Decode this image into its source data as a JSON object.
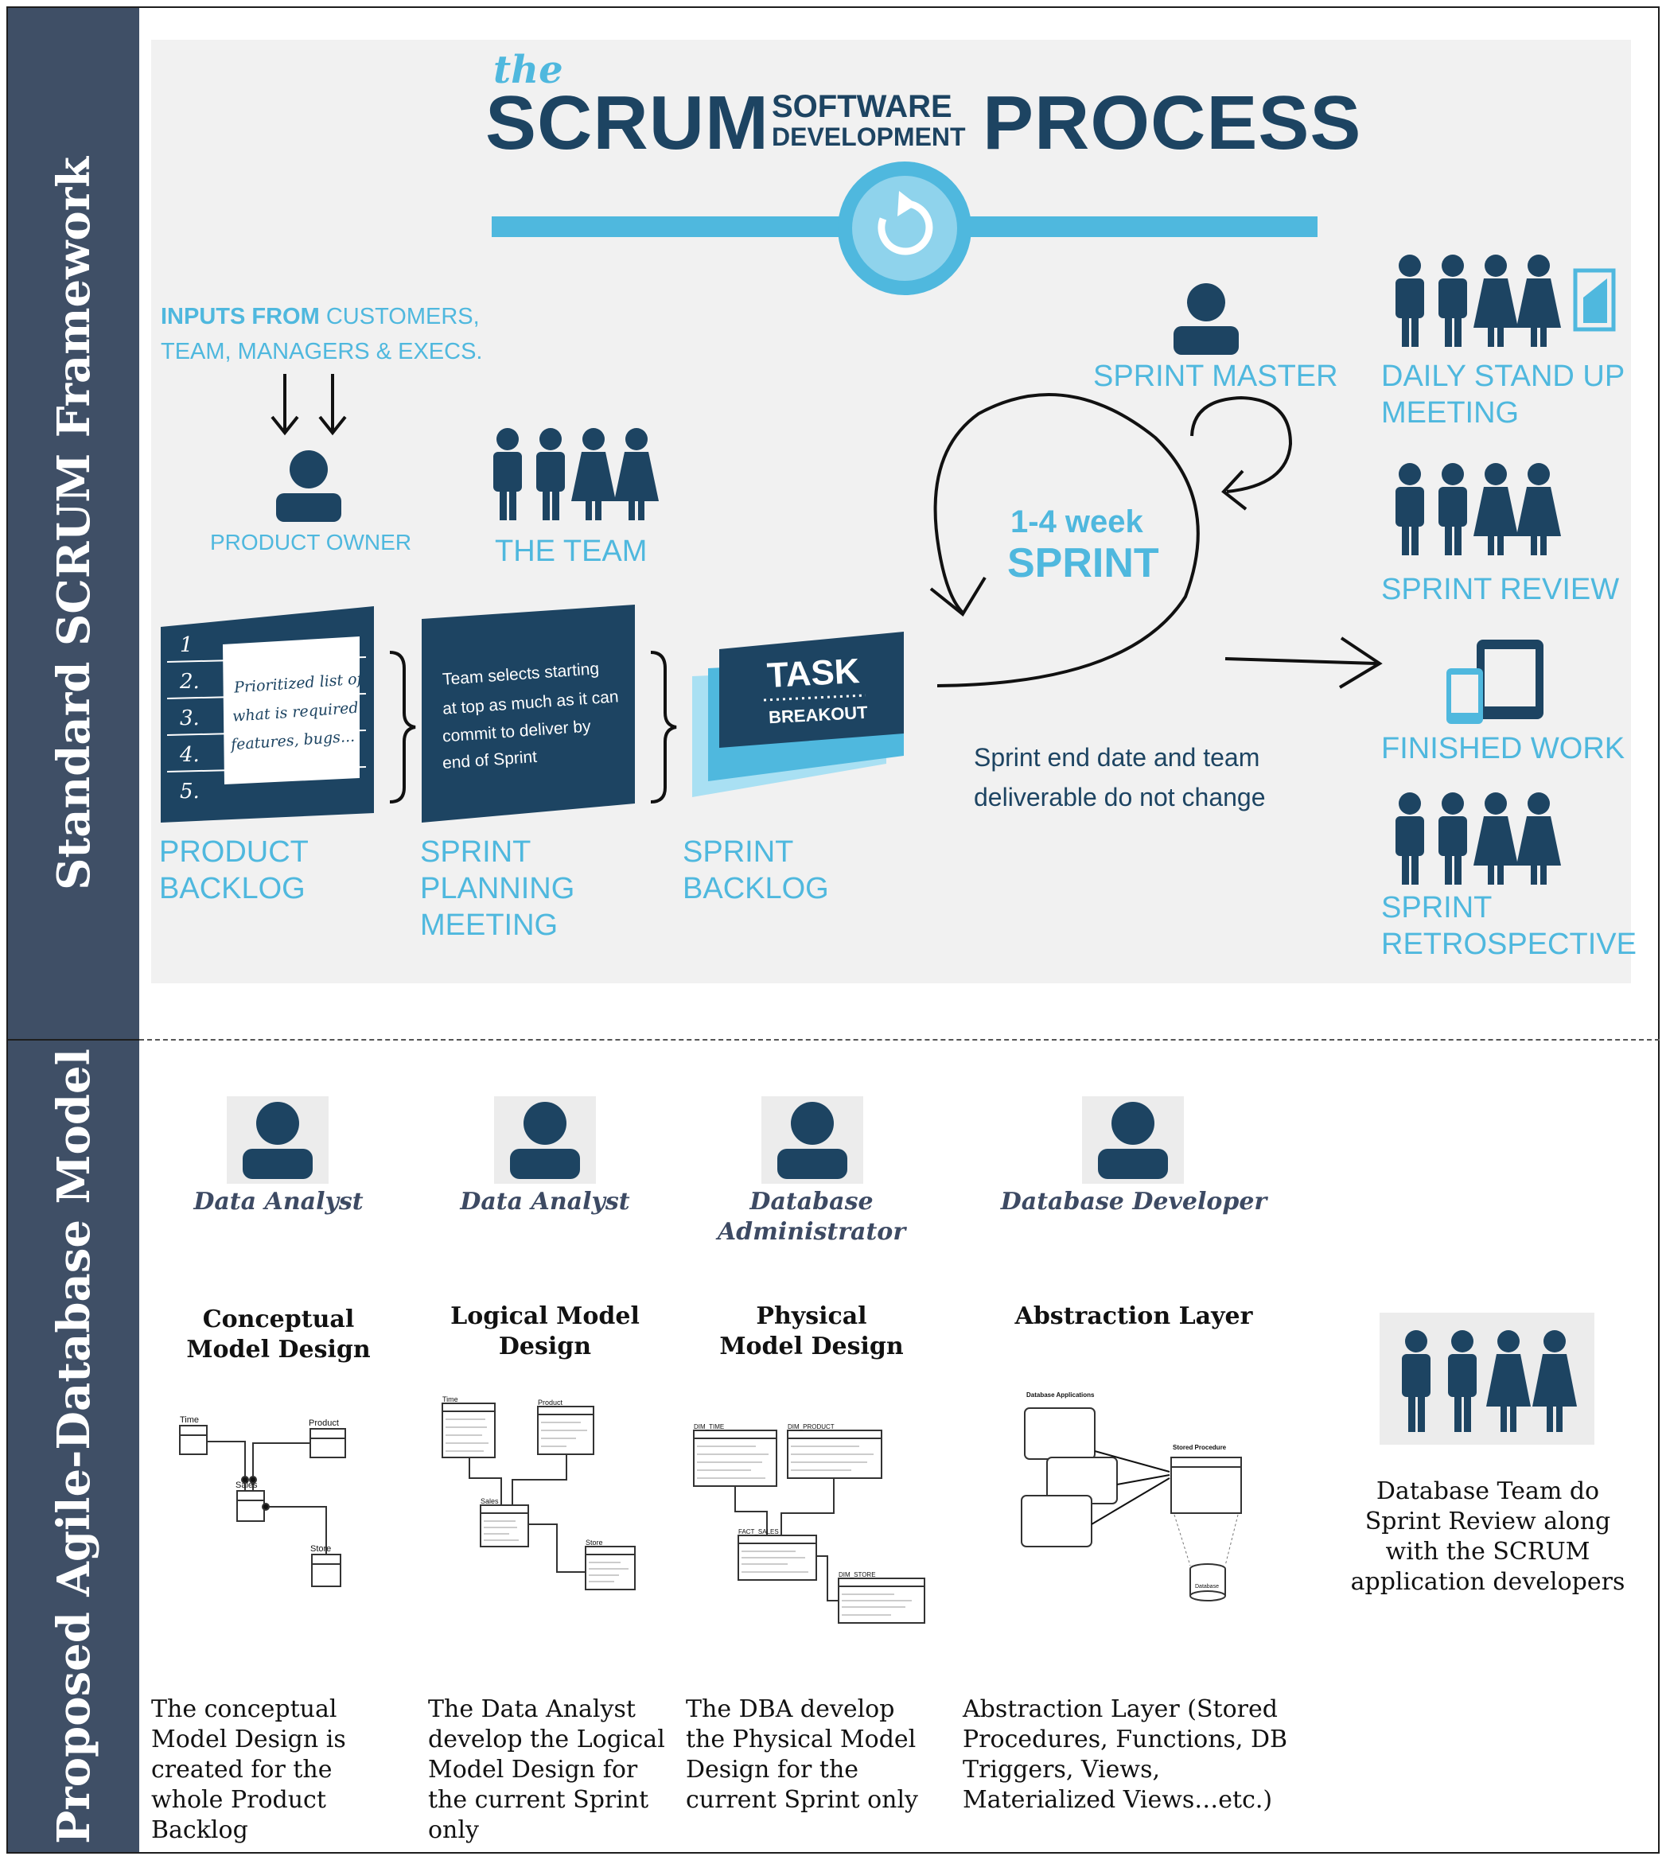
{
  "sections": {
    "top_label": "Standard SCRUM Framework",
    "bottom_label": "Proposed Agile-Database Model"
  },
  "poster": {
    "title_prefix": "the",
    "title_main": "SCRUM",
    "title_sub1": "SOFTWARE",
    "title_sub2": "DEVELOPMENT",
    "title_end": "PROCESS",
    "inputs_line1_bold": "INPUTS FROM",
    "inputs_line1_rest": "CUSTOMERS,",
    "inputs_line2": "TEAM, MANAGERS & EXECS.",
    "product_owner": "PRODUCT OWNER",
    "the_team": "THE TEAM",
    "sprint_master": "SPRINT MASTER",
    "sprint_duration": "1-4 week",
    "sprint_word": "SPRINT",
    "sprint_note_line1": "Sprint end date and team",
    "sprint_note_line2": "deliverable do not change",
    "backlog_numbers": [
      "1",
      "2.",
      "3.",
      "4.",
      "5."
    ],
    "backlog_note_line1": "Prioritized list of",
    "backlog_note_line2": "what is required:",
    "backlog_note_line3": "features, bugs...",
    "planning_line1": "Team selects starting",
    "planning_line2": "at top as much as it can",
    "planning_line3": "commit to deliver by",
    "planning_line4": "end of Sprint",
    "task_word": "TASK",
    "breakout_word": "BREAKOUT",
    "product_backlog_1": "PRODUCT",
    "product_backlog_2": "BACKLOG",
    "sprint_planning_1": "SPRINT",
    "sprint_planning_2": "PLANNING",
    "sprint_planning_3": "MEETING",
    "sprint_backlog_1": "SPRINT",
    "sprint_backlog_2": "BACKLOG",
    "daily_1": "DAILY STAND UP",
    "daily_2": "MEETING",
    "sprint_review": "SPRINT REVIEW",
    "finished_work": "FINISHED WORK",
    "retro_1": "SPRINT",
    "retro_2": "RETROSPECTIVE"
  },
  "roles": [
    "Data Analyst",
    "Data Analyst",
    "Database Administrator",
    "Database Developer"
  ],
  "stages": [
    "Conceptual Model Design",
    "Logical Model Design",
    "Physical Model Design",
    "Abstraction Layer"
  ],
  "descriptions": [
    "The conceptual Model Design is created for the whole Product Backlog",
    "The Data Analyst develop the Logical Model Design for the current Sprint only",
    "The DBA develop the Physical Model Design for the current Sprint only",
    "Abstraction Layer (Stored Procedures, Functions, DB Triggers, Views, Materialized Views…etc.)"
  ],
  "team_note": "Database Team do Sprint Review along with the SCRUM application developers",
  "diagram_labels": {
    "conceptual": [
      "Time",
      "Product",
      "Sales",
      "Store"
    ],
    "logical": [
      "Time",
      "Product",
      "Sales",
      "Store"
    ],
    "physical": [
      "DIM_TIME",
      "DIM_PRODUCT",
      "FACT_SALES",
      "DIM_STORE"
    ],
    "abstraction": [
      "Database Applications",
      "Stored Procedure",
      "Database"
    ]
  },
  "colors": {
    "navy": "#1d4462",
    "cyan": "#4fb8de",
    "sidebar": "#3f4f66"
  }
}
